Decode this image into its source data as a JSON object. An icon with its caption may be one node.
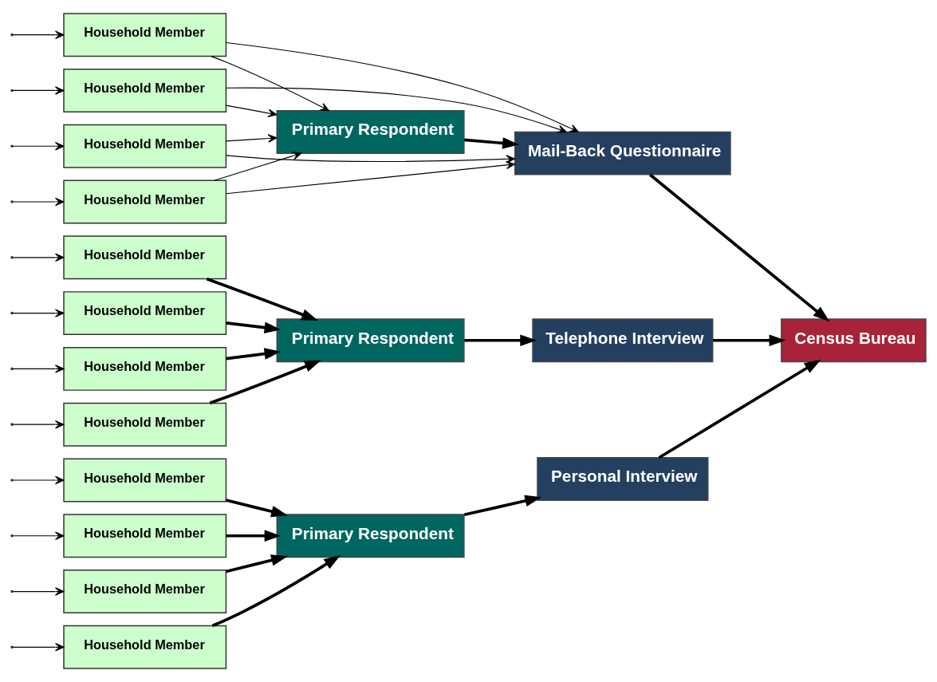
{
  "diagram": {
    "nodes": [
      {
        "text": [
          "Household Member"
        ]
      },
      {
        "text": [
          "Household Member"
        ]
      },
      {
        "text": [
          "Household Member"
        ]
      },
      {
        "text": [
          "Household Member"
        ]
      },
      {
        "text": [
          "Primary Respondent"
        ]
      },
      {
        "text": [
          "Mail-Back Questionnaire"
        ]
      },
      {
        "text": [
          "Household Member"
        ]
      },
      {
        "text": [
          "Household Member"
        ]
      },
      {
        "text": [
          "Household Member"
        ]
      },
      {
        "text": [
          "Household Member"
        ]
      },
      {
        "text": [
          "Primary Respondent"
        ]
      },
      {
        "text": [
          "Telephone Interview"
        ]
      },
      {
        "text": [
          "Census Bureau"
        ]
      },
      {
        "text": [
          "Household Member"
        ]
      },
      {
        "text": [
          "Household Member"
        ]
      },
      {
        "text": [
          "Household Member"
        ]
      },
      {
        "text": [
          "Household Member"
        ]
      },
      {
        "text": [
          "Primary Respondent"
        ]
      },
      {
        "text": [
          "Personal Interview"
        ]
      }
    ],
    "edges": [
      {
        "from": null,
        "to": 0,
        "arrow": "to"
      },
      {
        "from": null,
        "to": 1,
        "arrow": "to"
      },
      {
        "from": null,
        "to": 2,
        "arrow": "to"
      },
      {
        "from": null,
        "to": 3,
        "arrow": "to"
      },
      {
        "from": 0,
        "to": 4,
        "arrow": "to"
      },
      {
        "from": 0,
        "to": 5,
        "arrow": "to"
      },
      {
        "from": 1,
        "to": 4,
        "arrow": "to"
      },
      {
        "from": 1,
        "to": 5,
        "arrow": "to"
      },
      {
        "from": 2,
        "to": 4,
        "arrow": "to"
      },
      {
        "from": 2,
        "to": 5,
        "arrow": "to"
      },
      {
        "from": 3,
        "to": 4,
        "arrow": "to"
      },
      {
        "from": 3,
        "to": 5,
        "arrow": "to"
      },
      {
        "from": 4,
        "to": 5,
        "arrow": "to",
        "style": "thick"
      },
      {
        "from": 5,
        "to": 12,
        "arrow": "to",
        "style": "thick"
      },
      {
        "from": null,
        "to": 6,
        "arrow": "to"
      },
      {
        "from": null,
        "to": 7,
        "arrow": "to"
      },
      {
        "from": null,
        "to": 8,
        "arrow": "to"
      },
      {
        "from": null,
        "to": 9,
        "arrow": "to"
      },
      {
        "from": 6,
        "to": 10,
        "arrow": "to",
        "style": "thick"
      },
      {
        "from": 7,
        "to": 10,
        "arrow": "to",
        "style": "thick"
      },
      {
        "from": 8,
        "to": 10,
        "arrow": "to",
        "style": "thick"
      },
      {
        "from": 9,
        "to": 10,
        "arrow": "to",
        "style": "thick"
      },
      {
        "from": 10,
        "to": 11,
        "arrow": "to",
        "style": "thick"
      },
      {
        "from": 11,
        "to": 12,
        "arrow": "to",
        "style": "thick"
      },
      {
        "from": null,
        "to": 13,
        "arrow": "to"
      },
      {
        "from": null,
        "to": 14,
        "arrow": "to"
      },
      {
        "from": null,
        "to": 15,
        "arrow": "to"
      },
      {
        "from": null,
        "to": 16,
        "arrow": "to"
      },
      {
        "from": 13,
        "to": 17,
        "arrow": "to",
        "style": "thick"
      },
      {
        "from": 14,
        "to": 17,
        "arrow": "to",
        "style": "thick"
      },
      {
        "from": 15,
        "to": 17,
        "arrow": "to",
        "style": "thick"
      },
      {
        "from": 16,
        "to": 17,
        "arrow": "to",
        "style": "thick"
      },
      {
        "from": 17,
        "to": 18,
        "arrow": "to",
        "style": "thick"
      },
      {
        "from": 18,
        "to": 12,
        "arrow": "to",
        "style": "thick"
      }
    ]
  }
}
